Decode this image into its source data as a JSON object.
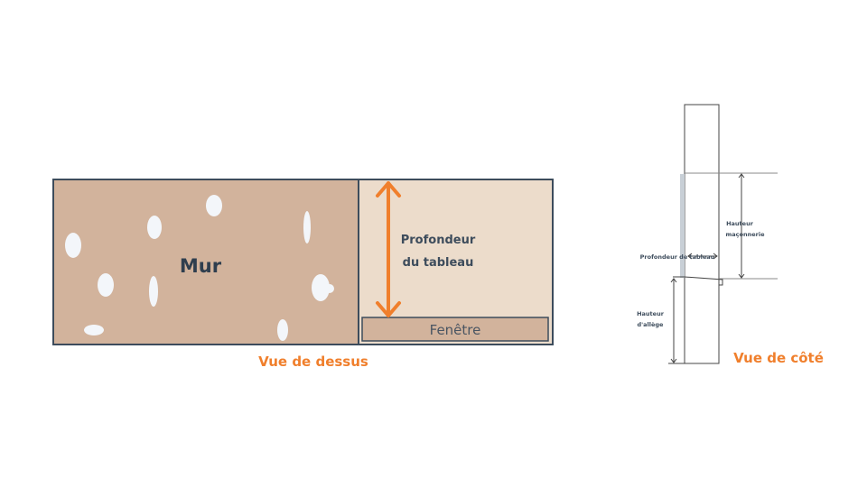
{
  "top_view": {
    "wall_label": "Mur",
    "depth_label_line1": "Profondeur",
    "depth_label_line2": "du tableau",
    "window_label": "Fenêtre",
    "caption": "Vue de dessus"
  },
  "side_view": {
    "masonry_height_line1": "Hauteur",
    "masonry_height_line2": "maçonnerie",
    "depth_label": "Profondeur de tableau",
    "sill_height_line1": "Hauteur",
    "sill_height_line2": "d'allège",
    "caption": "Vue de côté"
  },
  "colors": {
    "wall": "#d2b39c",
    "reveal": "#ecdccb",
    "outline": "#3d4c5c",
    "accent": "#f07f2c",
    "text_dark": "#2f3e4e"
  }
}
